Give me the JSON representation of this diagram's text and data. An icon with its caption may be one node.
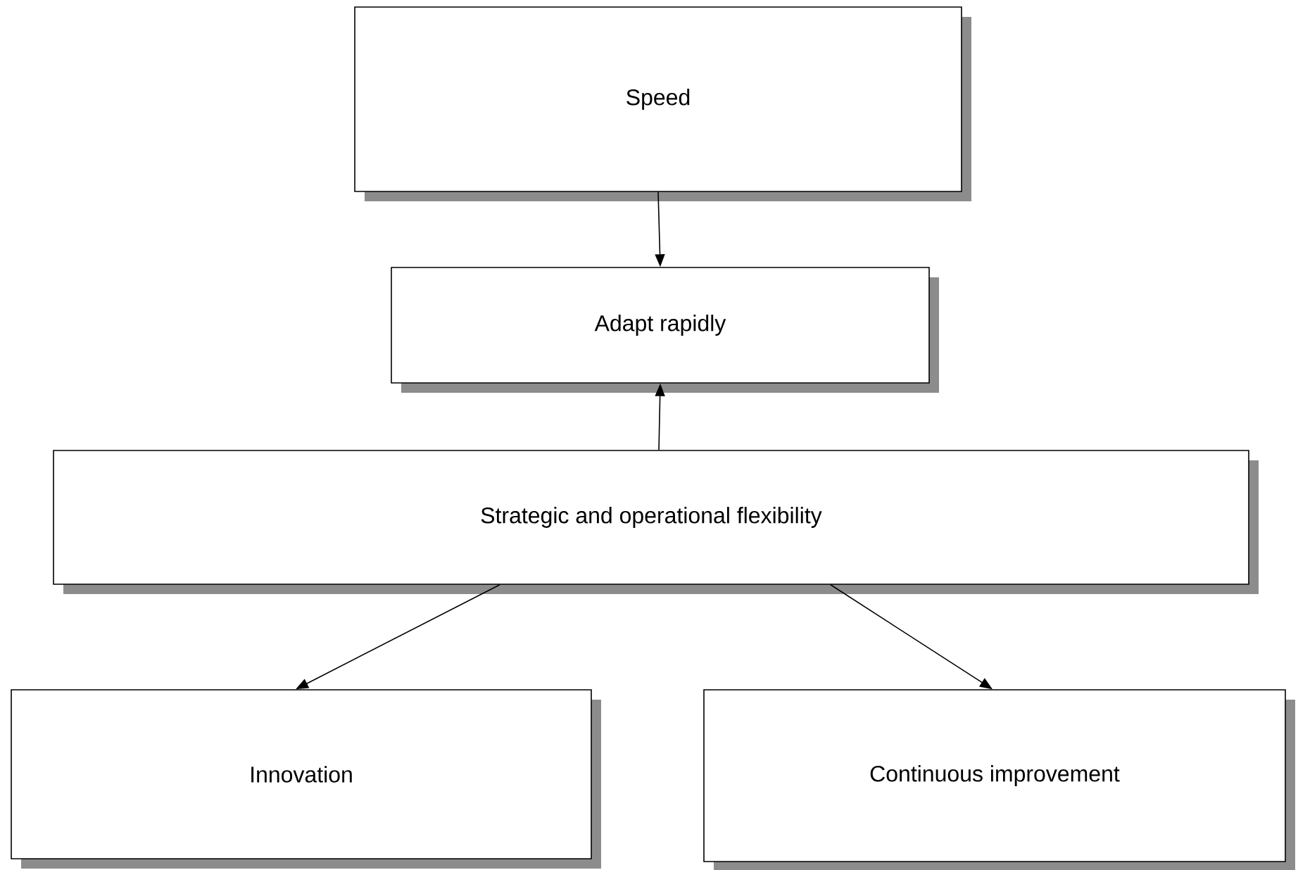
{
  "diagram": {
    "nodes": [
      {
        "text": [
          "Speed"
        ]
      },
      {
        "text": [
          "Adapt rapidly"
        ]
      },
      {
        "text": [
          "Strategic and operational flexibility"
        ]
      },
      {
        "text": [
          "Innovation"
        ]
      },
      {
        "text": [
          "Continuous improvement"
        ]
      }
    ],
    "edges": [
      {
        "from": 0,
        "to": 1,
        "arrow": "to"
      },
      {
        "from": 2,
        "to": 1,
        "arrow": "to"
      },
      {
        "from": 2,
        "to": 3,
        "arrow": "to"
      },
      {
        "from": 2,
        "to": 4,
        "arrow": "to"
      }
    ]
  }
}
